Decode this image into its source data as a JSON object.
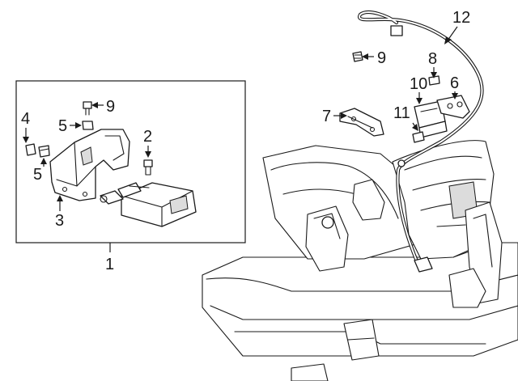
{
  "diagram": {
    "callouts": [
      {
        "id": "c1",
        "label": "1"
      },
      {
        "id": "c2",
        "label": "2"
      },
      {
        "id": "c3",
        "label": "3"
      },
      {
        "id": "c4",
        "label": "4"
      },
      {
        "id": "c5a",
        "label": "5"
      },
      {
        "id": "c5b",
        "label": "5"
      },
      {
        "id": "c6",
        "label": "6"
      },
      {
        "id": "c7",
        "label": "7"
      },
      {
        "id": "c8",
        "label": "8"
      },
      {
        "id": "c9a",
        "label": "9"
      },
      {
        "id": "c9b",
        "label": "9"
      },
      {
        "id": "c10",
        "label": "10"
      },
      {
        "id": "c11",
        "label": "11"
      },
      {
        "id": "c12",
        "label": "12"
      }
    ]
  }
}
